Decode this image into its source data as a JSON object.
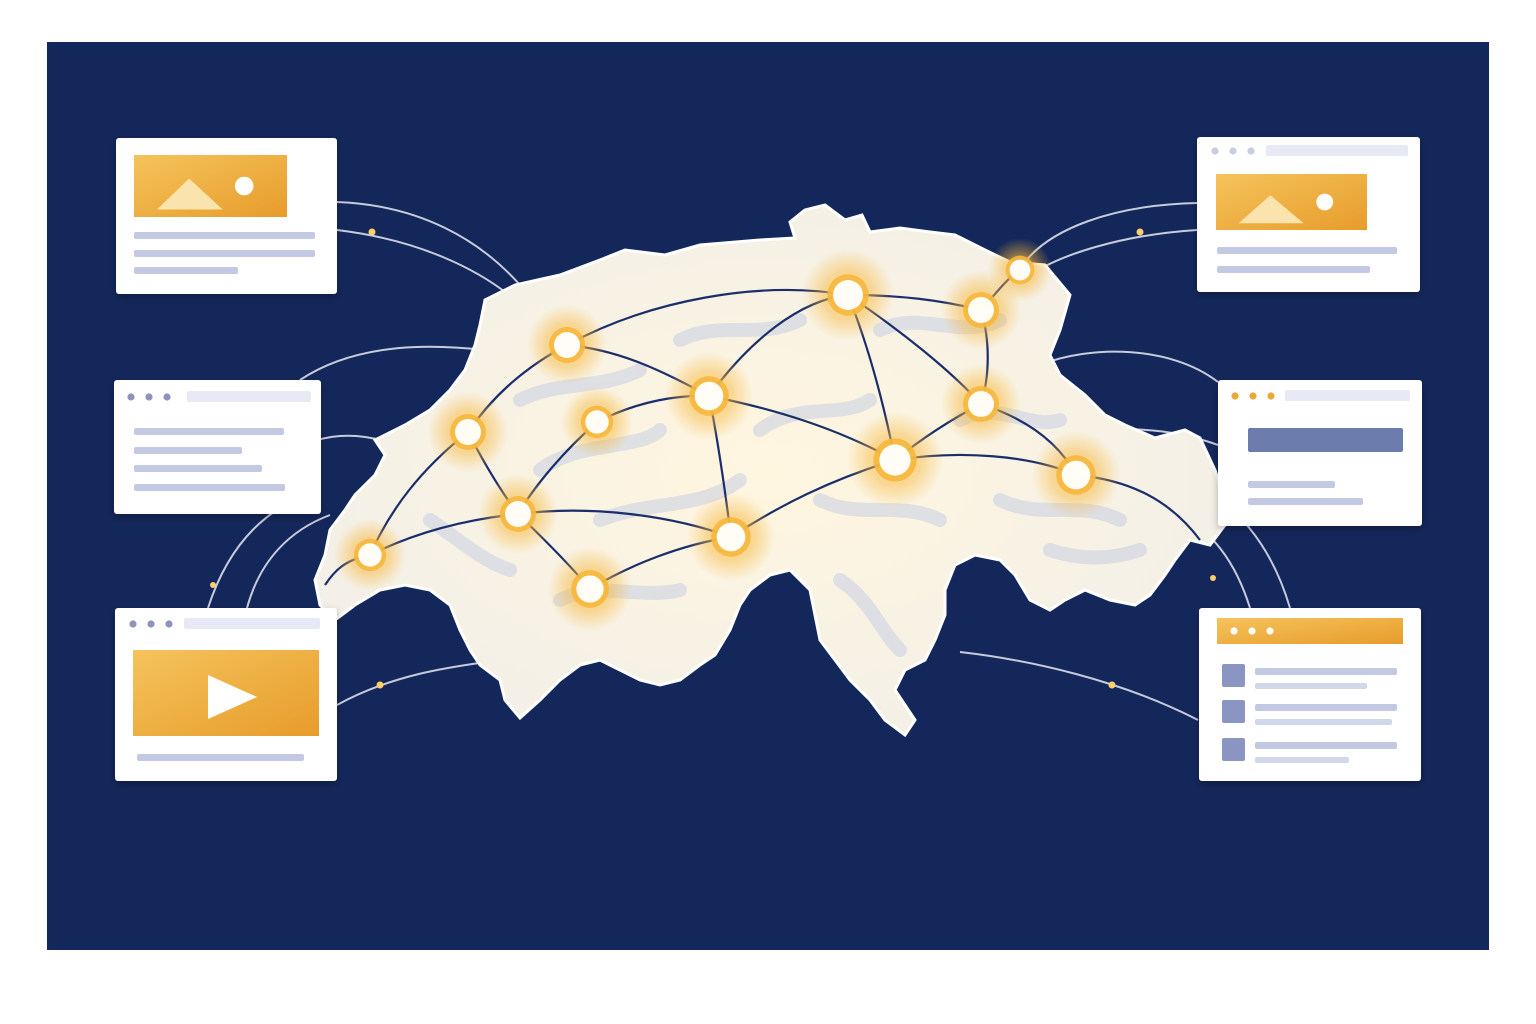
{
  "colors": {
    "page": "#ffffff",
    "panel": "#14275a",
    "map_fill": "#f4f1ea",
    "map_relief": "#c9d0e4",
    "node_core": "#fffdf6",
    "node_glow": "#f6b73c",
    "accent": "#eba835",
    "accent_light": "#f5c35c",
    "card": "#ffffff",
    "text_bar": "#c3c8e3",
    "dot_gray": "#8c93bd",
    "dark_block": "#6c7cad",
    "network_line": "#1a2e6b",
    "connector": "#e6e8f4"
  },
  "cards": [
    {
      "id": "card-left-1",
      "kind": "image-article"
    },
    {
      "id": "card-left-2",
      "kind": "text-page"
    },
    {
      "id": "card-left-3",
      "kind": "video-page"
    },
    {
      "id": "card-right-1",
      "kind": "image-page"
    },
    {
      "id": "card-right-2",
      "kind": "header-page"
    },
    {
      "id": "card-right-3",
      "kind": "list-page"
    }
  ],
  "icons": {
    "image": "image-icon",
    "play": "play-icon"
  }
}
